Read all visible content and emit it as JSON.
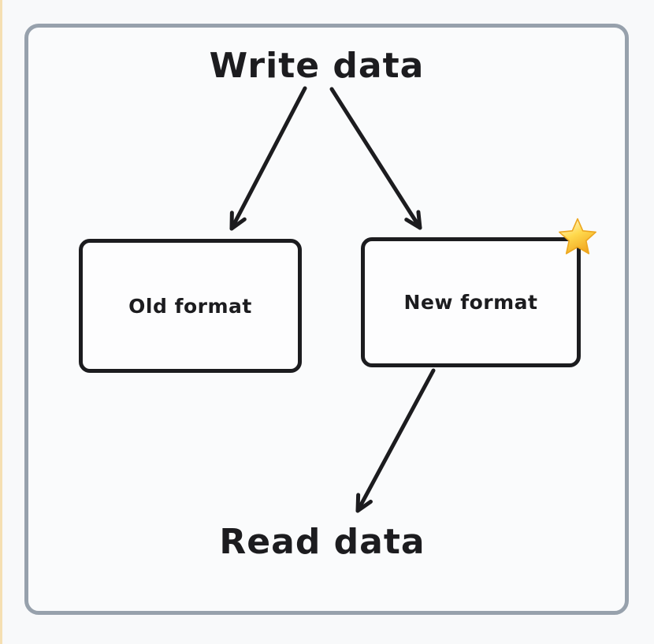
{
  "diagram": {
    "write_label": "Write data",
    "read_label": "Read data",
    "nodes": [
      {
        "id": "old-format",
        "label": "Old format"
      },
      {
        "id": "new-format",
        "label": "New format",
        "badge": "star-emoji"
      }
    ],
    "edges": [
      {
        "from": "write-data",
        "to": "old-format"
      },
      {
        "from": "write-data",
        "to": "new-format"
      },
      {
        "from": "new-format",
        "to": "read-data"
      }
    ],
    "colors": {
      "background": "#f8f9fa",
      "left_strip": "#f5dfb2",
      "frame_border": "#97a1ac",
      "ink": "#1c1c1f",
      "star_gold": "#fdc835"
    }
  }
}
